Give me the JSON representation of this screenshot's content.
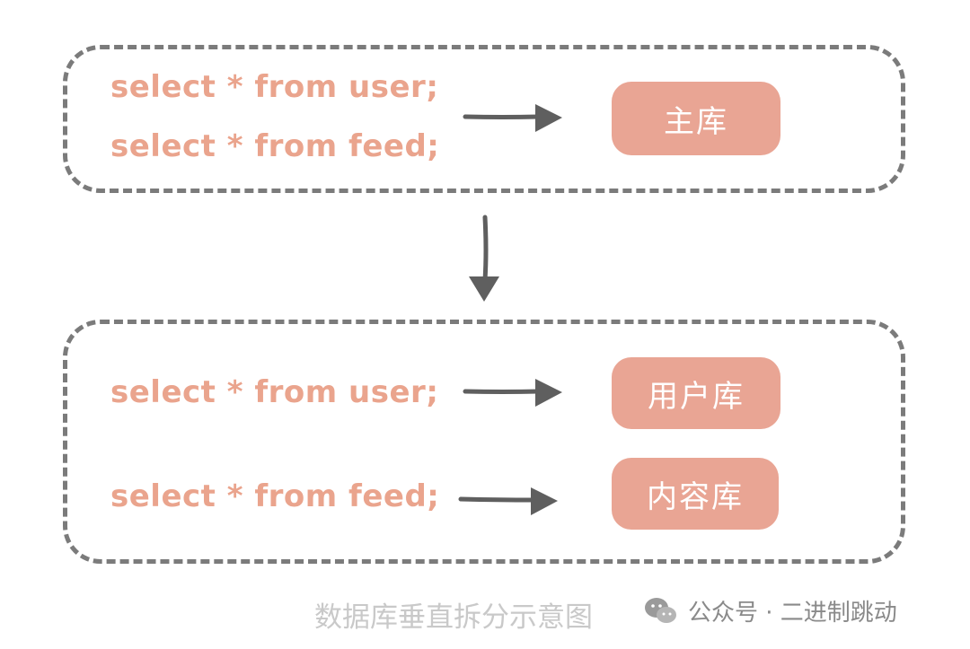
{
  "top_group": {
    "queries": [
      "select * from user;",
      "select * from feed;"
    ],
    "target": "主库"
  },
  "bottom_group": {
    "rows": [
      {
        "query": "select * from user;",
        "target": "用户库"
      },
      {
        "query": "select * from feed;",
        "target": "内容库"
      }
    ]
  },
  "caption": "数据库垂直拆分示意图",
  "watermark": {
    "icon": "wechat-icon",
    "text": "公众号 · 二进制跳动"
  },
  "colors": {
    "query_text": "#eaa48d",
    "db_fill": "#e9a594",
    "border": "#7b7b7b",
    "arrow": "#5f5f5f"
  }
}
